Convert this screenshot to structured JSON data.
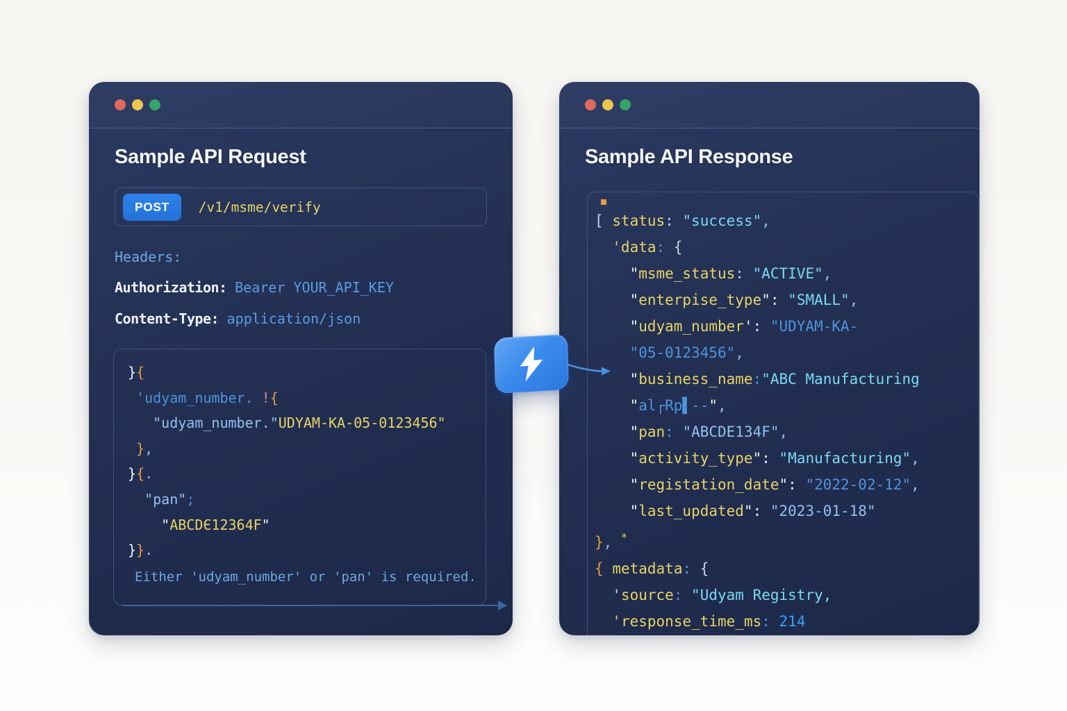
{
  "colors": {
    "accent_blue": "#2678e1",
    "card_navy": "#233053",
    "code_yellow": "#e8d466",
    "code_cyan": "#7bd9f3",
    "code_blue": "#4f94dd",
    "traffic_red": "#dd6a5c",
    "traffic_yellow": "#eec64d",
    "traffic_green": "#34a567"
  },
  "request_card": {
    "title": "Sample API Request",
    "method": "POST",
    "endpoint": "/v1/msme/verify",
    "headers_label": "Headers:",
    "headers": [
      {
        "name": "Authorization:",
        "value": "Bearer YOUR_API_KEY"
      },
      {
        "name": "Content-Type:",
        "value": "application/json"
      }
    ],
    "code_lines": [
      [
        [
          "}",
          "w"
        ],
        [
          "{",
          "o"
        ]
      ],
      [
        [
          " 'udyam_number. ",
          "b"
        ],
        [
          "!",
          "p"
        ],
        [
          "{",
          "o"
        ]
      ],
      [
        [
          "   \"udyam_number.\"",
          "lb"
        ],
        [
          "UDYAM-KA-05-0123456\"",
          "y"
        ]
      ],
      [
        [
          " }",
          "o"
        ],
        [
          ",",
          "lb"
        ]
      ],
      [
        [
          "}",
          "w"
        ],
        [
          "{",
          "o"
        ],
        [
          ".",
          "lb"
        ]
      ],
      [
        [
          "  \"pan\"",
          "lb"
        ],
        [
          ";",
          "b"
        ]
      ],
      [
        [
          "    \"",
          "w"
        ],
        [
          "ABCDЄ12364F",
          "y"
        ],
        [
          "\"",
          "w"
        ]
      ],
      [
        [
          "}",
          "w"
        ],
        [
          "}",
          "o"
        ],
        [
          ".",
          "lb"
        ]
      ]
    ],
    "note": "Either 'udyam_number' or 'pan' is required."
  },
  "response_card": {
    "title": "Sample API Response",
    "code_lines": [
      [
        [
          "[",
          "dim"
        ],
        [
          " ",
          "w"
        ],
        [
          "status",
          "y"
        ],
        [
          ": ",
          "dim"
        ],
        [
          "\"success\"",
          "c"
        ],
        [
          ",",
          "lb"
        ]
      ],
      [
        [
          "  'data",
          "y"
        ],
        [
          ": ",
          "b"
        ],
        [
          "{",
          "dim"
        ]
      ],
      [
        [
          "    \"",
          "w"
        ],
        [
          "msme_status",
          "y"
        ],
        [
          ": ",
          "dim"
        ],
        [
          "\"ACTIVE\"",
          "c"
        ],
        [
          ",",
          "lb"
        ]
      ],
      [
        [
          "    \"",
          "w"
        ],
        [
          "enterpise_type",
          "y"
        ],
        [
          "\": ",
          "w"
        ],
        [
          "\"SMALL\"",
          "c"
        ],
        [
          ",",
          "lb"
        ]
      ],
      [
        [
          "    \"",
          "w"
        ],
        [
          "udyam_number",
          "y"
        ],
        [
          "': ",
          "w"
        ],
        [
          "\"UDYAM-KA-",
          "b"
        ]
      ],
      [
        [
          "    \"05-0123456\"",
          "b"
        ],
        [
          ",",
          "lb"
        ]
      ],
      [
        [
          "    \"",
          "w"
        ],
        [
          "business_name",
          "y"
        ],
        [
          ":",
          "b"
        ],
        [
          "\"ABC Manufacturing",
          "c"
        ]
      ],
      [
        [
          "    \"",
          "w"
        ],
        [
          "al┌Rp▌--",
          "b"
        ],
        [
          "\"",
          "w"
        ],
        [
          ",",
          "lb"
        ]
      ],
      [
        [
          "    \"",
          "w"
        ],
        [
          "pan",
          "y"
        ],
        [
          ": ",
          "b"
        ],
        [
          "\"ABCDE134F\"",
          "lb"
        ],
        [
          ",",
          "lb"
        ]
      ],
      [
        [
          "    \"",
          "w"
        ],
        [
          "activity_type",
          "y"
        ],
        [
          "\": ",
          "w"
        ],
        [
          "\"Manufacturing\"",
          "c"
        ],
        [
          ",",
          "lb"
        ]
      ],
      [
        [
          "    \"",
          "w"
        ],
        [
          "registation_date",
          "y"
        ],
        [
          "\": ",
          "w"
        ],
        [
          "\"2022-02-12\"",
          "b"
        ],
        [
          ",",
          "lb"
        ]
      ],
      [
        [
          "    \"",
          "w"
        ],
        [
          "last_updated",
          "y"
        ],
        [
          "\": ",
          "w"
        ],
        [
          "\"2023-01-18\"",
          "lb"
        ]
      ],
      [
        [
          "}",
          "o"
        ],
        [
          ", ",
          "lb"
        ],
        [
          "*",
          "ysup"
        ]
      ],
      [
        [
          "{",
          "o"
        ],
        [
          " ",
          "w"
        ],
        [
          "metadata",
          "y"
        ],
        [
          ": ",
          "b"
        ],
        [
          "{",
          "dim"
        ]
      ],
      [
        [
          "  '",
          "dim"
        ],
        [
          "source",
          "y"
        ],
        [
          ": ",
          "b"
        ],
        [
          "\"Udyam Registry,",
          "c"
        ]
      ],
      [
        [
          "  '",
          "y"
        ],
        [
          "response_time_ms",
          "y"
        ],
        [
          ": ",
          "b"
        ],
        [
          "214",
          "br"
        ]
      ]
    ]
  },
  "connector": {
    "icon": "lightning-bolt"
  }
}
